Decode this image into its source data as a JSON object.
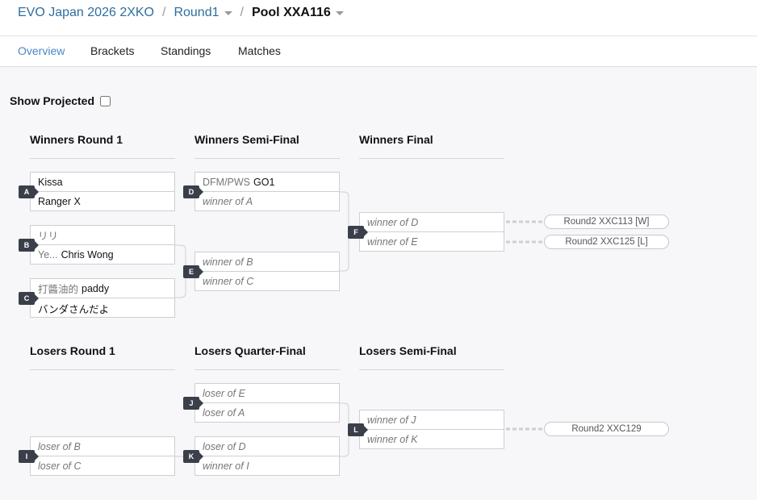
{
  "breadcrumb": {
    "event": "EVO Japan 2026 2XKO",
    "round": "Round1",
    "pool": "Pool XXA116"
  },
  "tabs": [
    {
      "label": "Overview",
      "active": true
    },
    {
      "label": "Brackets",
      "active": false
    },
    {
      "label": "Standings",
      "active": false
    },
    {
      "label": "Matches",
      "active": false
    }
  ],
  "show_projected": {
    "label": "Show Projected",
    "checked": false
  },
  "columns": {
    "wr1": "Winners Round 1",
    "wsf": "Winners Semi-Final",
    "wf": "Winners Final",
    "lr1": "Losers Round 1",
    "lqf": "Losers Quarter-Final",
    "lsf": "Losers Semi-Final"
  },
  "matches": {
    "A": {
      "id": "A",
      "top": {
        "prefix": "",
        "name": "Kissa"
      },
      "bot": {
        "prefix": "",
        "name": "Ranger X"
      }
    },
    "B": {
      "id": "B",
      "top": {
        "prefix": "リリ",
        "name": ""
      },
      "bot": {
        "prefix": "Ye...",
        "name": "Chris Wong"
      }
    },
    "C": {
      "id": "C",
      "top": {
        "prefix": "打醬油的",
        "name": "paddy"
      },
      "bot": {
        "prefix": "",
        "name": "バンダさんだよ"
      }
    },
    "D": {
      "id": "D",
      "top": {
        "prefix": "DFM/PWS",
        "name": "GO1"
      },
      "bot": {
        "placeholder": "winner of A"
      }
    },
    "E": {
      "id": "E",
      "top": {
        "placeholder": "winner of B"
      },
      "bot": {
        "placeholder": "winner of C"
      }
    },
    "F": {
      "id": "F",
      "top": {
        "placeholder": "winner of D"
      },
      "bot": {
        "placeholder": "winner of E"
      }
    },
    "I": {
      "id": "I",
      "top": {
        "placeholder": "loser of B"
      },
      "bot": {
        "placeholder": "loser of C"
      }
    },
    "J": {
      "id": "J",
      "top": {
        "placeholder": "loser of E"
      },
      "bot": {
        "placeholder": "loser of A"
      }
    },
    "K": {
      "id": "K",
      "top": {
        "placeholder": "loser of D"
      },
      "bot": {
        "placeholder": "winner of I"
      }
    },
    "L": {
      "id": "L",
      "top": {
        "placeholder": "winner of J"
      },
      "bot": {
        "placeholder": "winner of K"
      }
    }
  },
  "next_matches": {
    "winners": "Round2 XXC113 [W]",
    "losers_from_final": "Round2 XXC125 [L]",
    "losers": "Round2 XXC129"
  },
  "colors": {
    "link": "#2e6e9e",
    "active_tab": "#4a86c5",
    "badge": "#3a3f4a"
  }
}
